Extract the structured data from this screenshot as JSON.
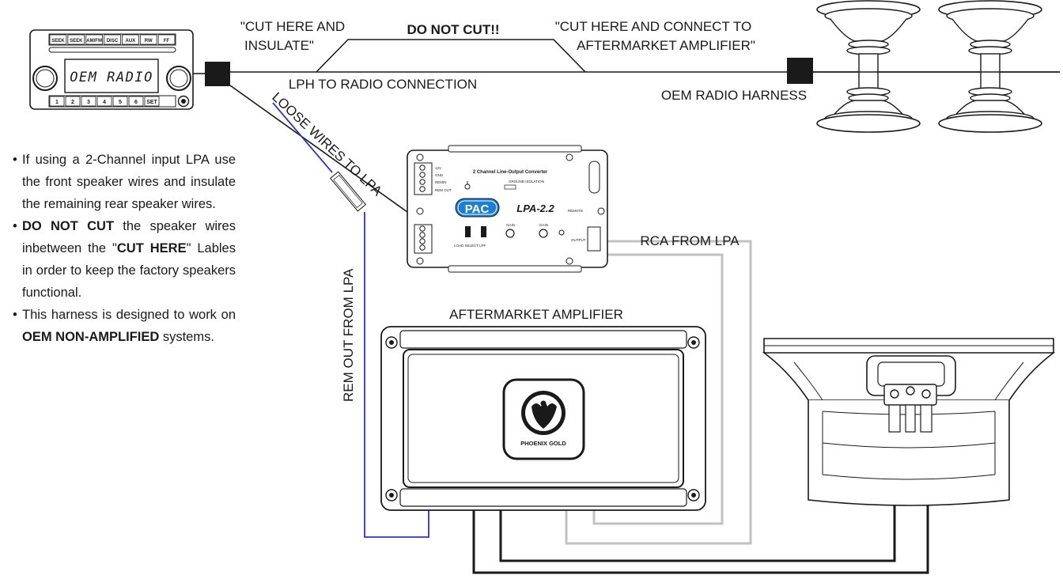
{
  "radio": {
    "buttons_top": [
      "SEEK",
      "SEEK",
      "AM/FM",
      "DISC",
      "AUX",
      "RW",
      "FF"
    ],
    "display_text": "OEM RADIO",
    "presets": [
      "1",
      "2",
      "3",
      "4",
      "5",
      "6"
    ],
    "set_label": "SET"
  },
  "labels": {
    "cut_insulate_line1": "\"CUT HERE AND",
    "cut_insulate_line2": "INSULATE\"",
    "do_not_cut": "DO NOT CUT!!",
    "cut_connect_line1": "\"CUT HERE AND CONNECT TO",
    "cut_connect_line2": "AFTERMARKET AMPLIFIER\"",
    "lph_connection": "LPH TO RADIO CONNECTION",
    "oem_harness": "OEM RADIO HARNESS",
    "loose_wires": "LOOSE WIRES TO LPA",
    "rca_from_lpa": "RCA FROM LPA",
    "rem_out": "REM OUT FROM LPA",
    "aftermarket_amp": "AFTERMARKET AMPLIFIER"
  },
  "lpa": {
    "title": "2 Channel Line-Output Converter",
    "brand": "PAC",
    "model": "LPA-2.2",
    "ground_isolation": "GROUND ISOLATION",
    "load_select": "LOAD SELECT",
    "lpf": "LPF",
    "gain": "GAIN",
    "output": "OUTPUT",
    "remote": "REMOTE",
    "left_terminals": [
      "12V",
      "GND",
      "REMIN",
      "REM OUT"
    ]
  },
  "amp": {
    "brand": "PHOENIX GOLD"
  },
  "notes": {
    "n1": "If using a 2-Channel input LPA use the front speaker wires and insulate the remaining rear speaker wires.",
    "n2_bold": "DO NOT CUT",
    "n2_a": " the speaker wires inbetween the \"",
    "n2_bold2": "CUT HERE",
    "n2_b": "\" Lables in order to keep the factory speakers functional.",
    "n3_a": "This harness is designed to work on ",
    "n3_bold": "OEM NON-AMPLIFIED",
    "n3_b": " systems."
  },
  "colors": {
    "wire_black": "#1a1a1a",
    "wire_blue": "#2b35c8",
    "rca_gray": "#c2c2c2",
    "lpa_blue": "#1c7fd1"
  }
}
